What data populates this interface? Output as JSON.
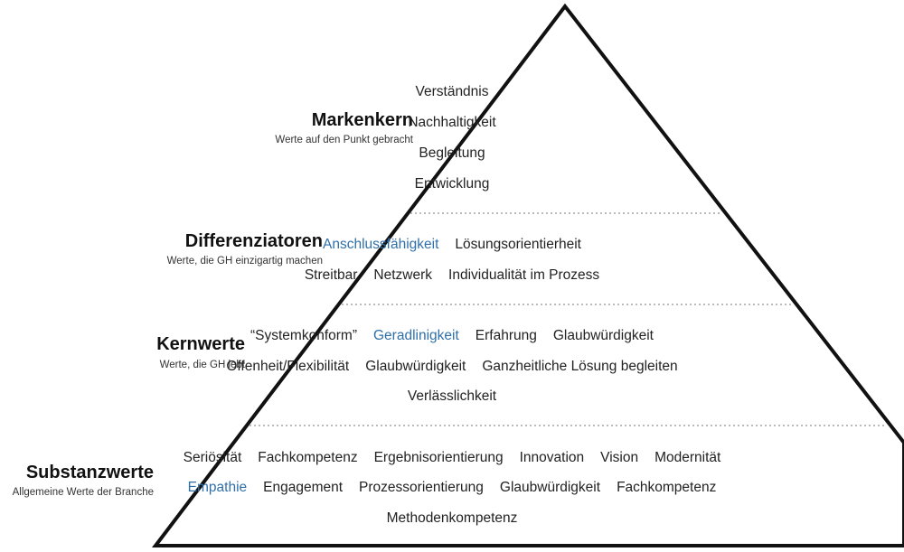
{
  "colors": {
    "text": "#222222",
    "highlight": "#2f6fa8",
    "outline": "#111111",
    "divider": "#777777"
  },
  "levels": [
    {
      "title": "Markenkern",
      "subtitle": "Werte auf den Punkt gebracht",
      "rows": [
        [
          {
            "text": "Verständnis"
          }
        ],
        [
          {
            "text": "Nachhaltigkeit"
          }
        ],
        [
          {
            "text": "Begleitung"
          }
        ],
        [
          {
            "text": "Entwicklung"
          }
        ]
      ]
    },
    {
      "title": "Differenziatoren",
      "subtitle": "Werte, die GH einzigartig machen",
      "rows": [
        [
          {
            "text": "Anschlussfähigkeit",
            "highlight": true
          },
          {
            "text": "Lösungsorientierheit"
          }
        ],
        [
          {
            "text": "Streitbar"
          },
          {
            "text": "Netzwerk"
          },
          {
            "text": "Individualität im Prozess"
          }
        ]
      ]
    },
    {
      "title": "Kernwerte",
      "subtitle": "Werte, die GH lebt",
      "rows": [
        [
          {
            "text": "“Systemkonform”"
          },
          {
            "text": "Geradlinigkeit",
            "highlight": true
          },
          {
            "text": "Erfahrung"
          },
          {
            "text": "Glaubwürdigkeit"
          }
        ],
        [
          {
            "text": "Offenheit/Flexibilität"
          },
          {
            "text": "Glaubwürdigkeit"
          },
          {
            "text": "Ganzheitliche Lösung begleiten"
          }
        ],
        [
          {
            "text": "Verlässlichkeit"
          }
        ]
      ]
    },
    {
      "title": "Substanzwerte",
      "subtitle": "Allgemeine Werte der Branche",
      "rows": [
        [
          {
            "text": "Seriösität"
          },
          {
            "text": "Fachkompetenz"
          },
          {
            "text": "Ergebnisorientierung"
          },
          {
            "text": "Innovation"
          },
          {
            "text": "Vision"
          },
          {
            "text": "Modernität"
          }
        ],
        [
          {
            "text": "Empathie",
            "highlight": true
          },
          {
            "text": "Engagement"
          },
          {
            "text": "Prozessorientierung"
          },
          {
            "text": "Glaubwürdigkeit"
          },
          {
            "text": "Fachkompetenz"
          }
        ],
        [
          {
            "text": "Methodenkompetenz"
          }
        ]
      ]
    }
  ]
}
